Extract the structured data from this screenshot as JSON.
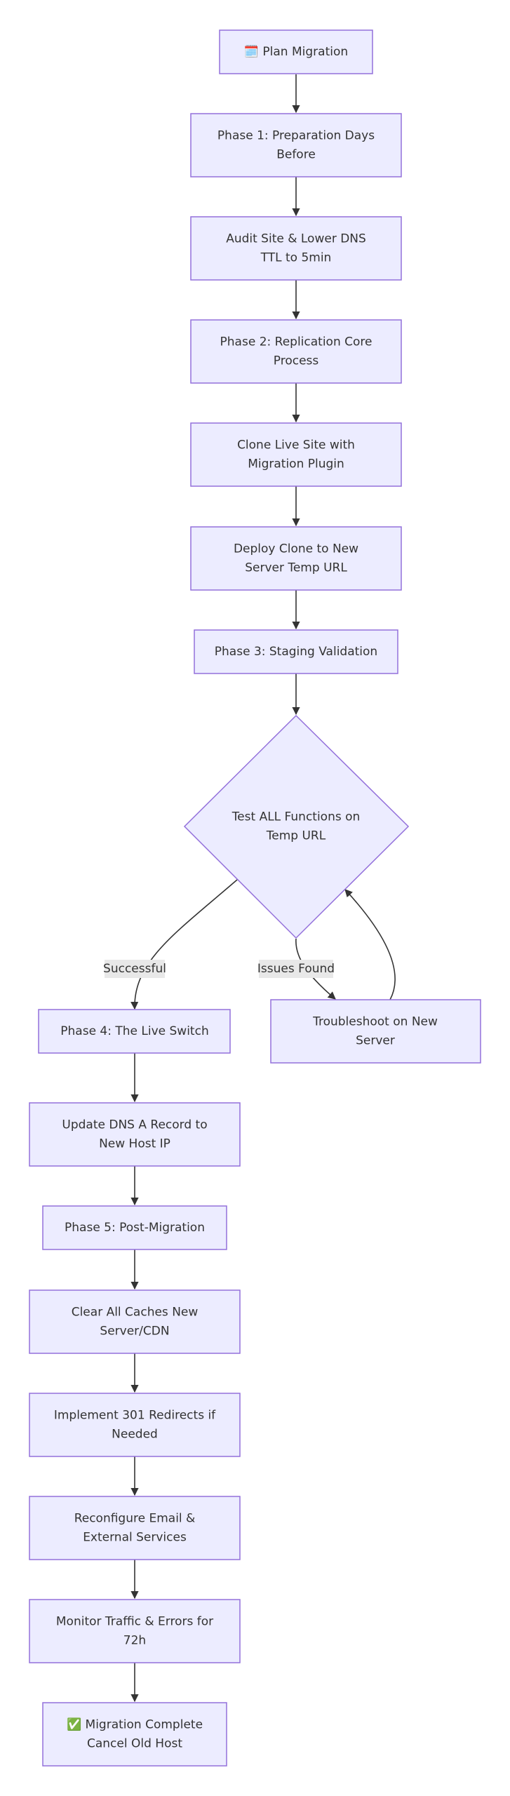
{
  "diagram": {
    "nodes": {
      "start": {
        "lines": [
          "🗓️ Plan Migration"
        ]
      },
      "phase1": {
        "lines": [
          "Phase 1: Preparation Days",
          "Before"
        ]
      },
      "audit": {
        "lines": [
          "Audit Site & Lower DNS",
          "TTL to 5min"
        ]
      },
      "phase2": {
        "lines": [
          "Phase 2: Replication Core",
          "Process"
        ]
      },
      "clone": {
        "lines": [
          "Clone Live Site with",
          "Migration Plugin"
        ]
      },
      "deploy": {
        "lines": [
          "Deploy Clone to New",
          "Server Temp URL"
        ]
      },
      "phase3": {
        "lines": [
          "Phase 3: Staging Validation"
        ]
      },
      "test": {
        "lines": [
          "Test ALL Functions on",
          "Temp URL"
        ]
      },
      "phase4": {
        "lines": [
          "Phase 4: The Live Switch"
        ]
      },
      "troubleshoot": {
        "lines": [
          "Troubleshoot on New",
          "Server"
        ]
      },
      "dns": {
        "lines": [
          "Update DNS A Record to",
          "New Host IP"
        ]
      },
      "phase5": {
        "lines": [
          "Phase 5: Post-Migration"
        ]
      },
      "caches": {
        "lines": [
          "Clear All Caches New",
          "Server/CDN"
        ]
      },
      "redirects": {
        "lines": [
          "Implement 301 Redirects if",
          "Needed"
        ]
      },
      "email": {
        "lines": [
          "Reconfigure Email &",
          "External Services"
        ]
      },
      "monitor": {
        "lines": [
          "Monitor Traffic & Errors for",
          "72h"
        ]
      },
      "complete": {
        "lines": [
          "✅ Migration Complete",
          "Cancel Old Host"
        ]
      }
    },
    "edge_labels": {
      "successful": "Successful",
      "issues_found": "Issues Found"
    }
  },
  "colors": {
    "node_fill": "#ECECFF",
    "node_stroke": "#9370DB",
    "edge": "#333333",
    "label_bg": "#e8e8e8"
  }
}
